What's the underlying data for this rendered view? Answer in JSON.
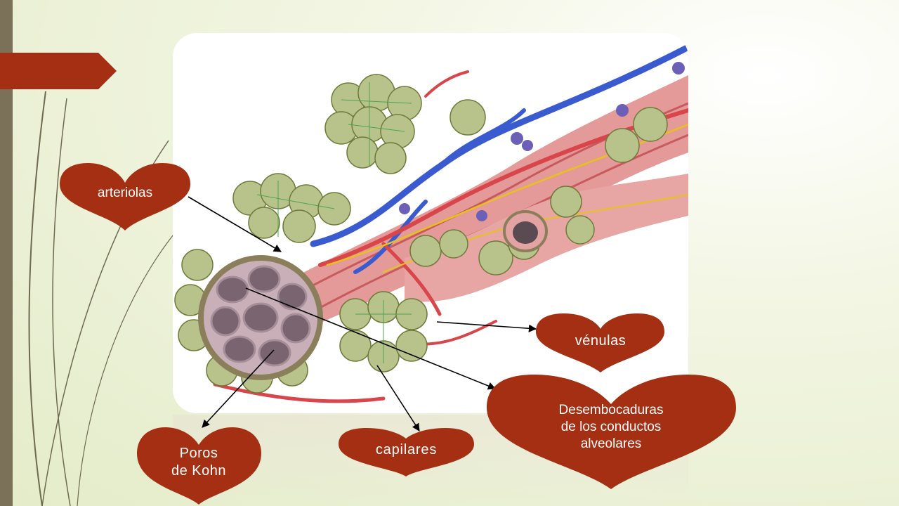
{
  "labels": {
    "arteriolas": "arteriolas",
    "venulas": "vénulas",
    "desembocaduras_line1": "Desembocaduras",
    "desembocaduras_line2": "de los conductos",
    "desembocaduras_line3": "alveolares",
    "poros_line1": "Poros",
    "poros_line2": "de Kohn",
    "capilares": "capilares"
  },
  "colors": {
    "accent": "#a52f12",
    "sidebar": "#7b7159",
    "vein": "#3a5bd0",
    "artery": "#d8454a",
    "nerve": "#e8c21a",
    "alveolus": "#a9b87a"
  }
}
